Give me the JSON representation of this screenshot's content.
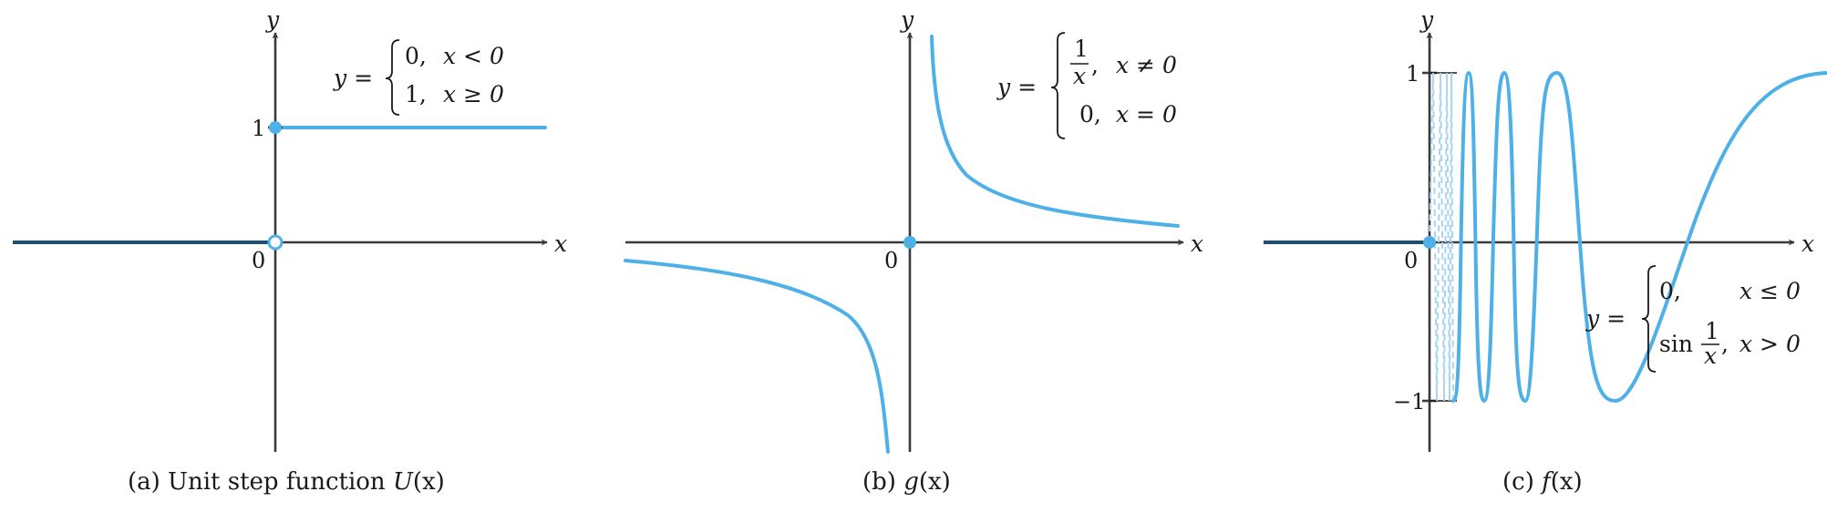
{
  "panels": [
    {
      "caption_prefix": "(a) Unit step function ",
      "caption_fn": "U",
      "caption_suffix": "(x)",
      "x_label": "x",
      "y_label": "y",
      "origin_label": "0",
      "y_tick": "1",
      "formula": {
        "lhs": "y =",
        "cases": [
          {
            "value": "0,",
            "condition": "x < 0"
          },
          {
            "value": "1,",
            "condition": "x ≥ 0"
          }
        ]
      }
    },
    {
      "caption_prefix": "(b) ",
      "caption_fn": "g",
      "caption_suffix": "(x)",
      "x_label": "x",
      "y_label": "y",
      "origin_label": "0",
      "formula": {
        "lhs": "y =",
        "case1_num": "1",
        "case1_den": "x",
        "case1_cond": "x ≠ 0",
        "case2_value": "0,",
        "case2_cond": "x = 0"
      }
    },
    {
      "caption_prefix": "(c) ",
      "caption_fn": "f",
      "caption_suffix": "(x)",
      "x_label": "x",
      "y_label": "y",
      "origin_label": "0",
      "y_tick_top": "1",
      "y_tick_bottom": "−1",
      "formula": {
        "lhs": "y =",
        "case1_value": "0,",
        "case1_cond": "x ≤ 0",
        "case2_fn": "sin",
        "case2_num": "1",
        "case2_den": "x",
        "case2_cond": "x > 0"
      }
    }
  ],
  "colors": {
    "curve": "#4db0e6",
    "axis": "#3a3a3a",
    "negative_axis_highlight": "#1f4e6e"
  }
}
